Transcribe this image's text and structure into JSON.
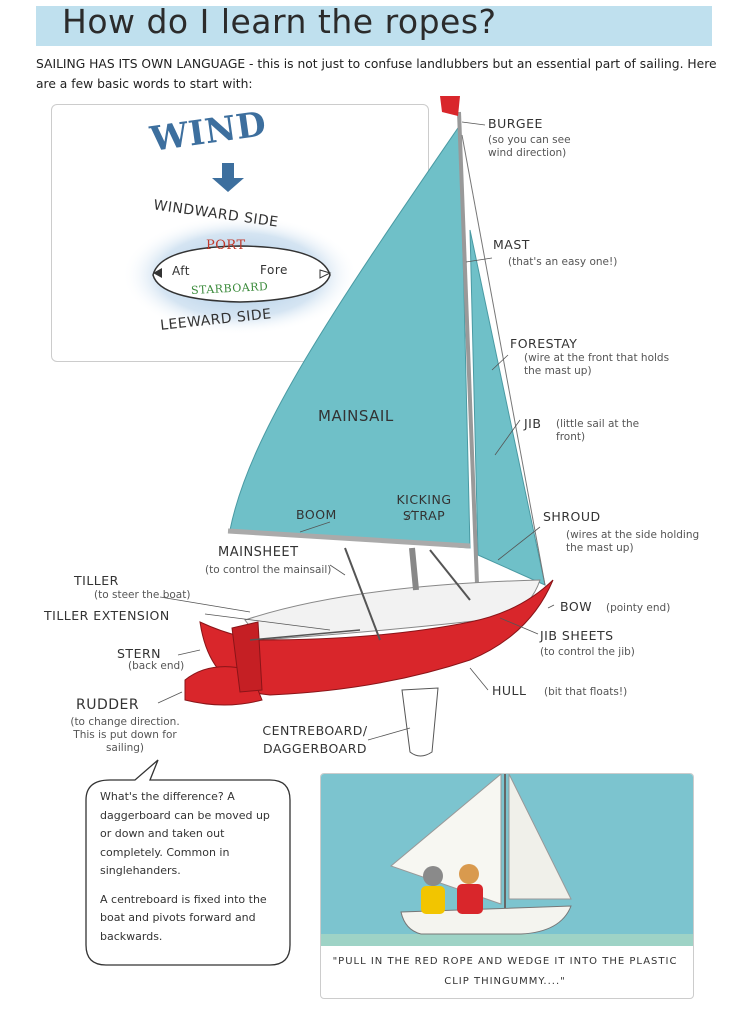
{
  "page": {
    "title": "How do I learn the ropes?",
    "intro": "SAILING HAS ITS OWN LANGUAGE - this is not just to confuse landlubbers but an essential part of sailing. Here are a few basic words to start with:"
  },
  "wind_diagram": {
    "wind": "WIND",
    "windward": "WINDWARD SIDE",
    "port": "PORT",
    "aft": "Aft",
    "fore": "Fore",
    "starboard": "STARBOARD",
    "leeward": "LEEWARD SIDE"
  },
  "labels": {
    "burgee": "BURGEE",
    "burgee_note": "(so you can see wind direction)",
    "mast": "MAST",
    "mast_note": "(that's an easy one!)",
    "forestay": "FORESTAY",
    "forestay_note": "(wire at the front that holds the mast up)",
    "mainsail": "MAINSAIL",
    "jib": "JIB",
    "jib_note": "(little sail at the front)",
    "boom": "BOOM",
    "kicking_strap": "KICKING STRAP",
    "shroud": "SHROUD",
    "shroud_note": "(wires at the side holding the mast up)",
    "mainsheet": "MAINSHEET",
    "mainsheet_note": "(to control the mainsail)",
    "tiller": "TILLER",
    "tiller_note": "(to steer the boat)",
    "tiller_extension": "TILLER EXTENSION",
    "bow": "BOW",
    "bow_note": "(pointy end)",
    "jib_sheets": "JIB SHEETS",
    "jib_sheets_note": "(to control the jib)",
    "stern": "STERN",
    "stern_note": "(back end)",
    "hull": "HULL",
    "hull_note": "(bit that floats!)",
    "rudder": "RUDDER",
    "rudder_note": "(to change direction. This is put down for sailing)",
    "centreboard": "CENTREBOARD/ DAGGERBOARD"
  },
  "bubble": {
    "para1": "What's the difference? A daggerboard can be moved up or down and taken out completely. Common in singlehanders.",
    "para2": "A centreboard is fixed into the boat and pivots forward and backwards."
  },
  "photo": {
    "caption": "\"PULL IN THE RED ROPE AND WEDGE IT INTO THE PLASTIC CLIP THINGUMMY....\""
  },
  "colors": {
    "sail": "#6fc0c8",
    "hull": "#d9262b",
    "burgee": "#d9262b",
    "title_bg": "#bfe0ee",
    "wind_text": "#3d6f9e"
  }
}
